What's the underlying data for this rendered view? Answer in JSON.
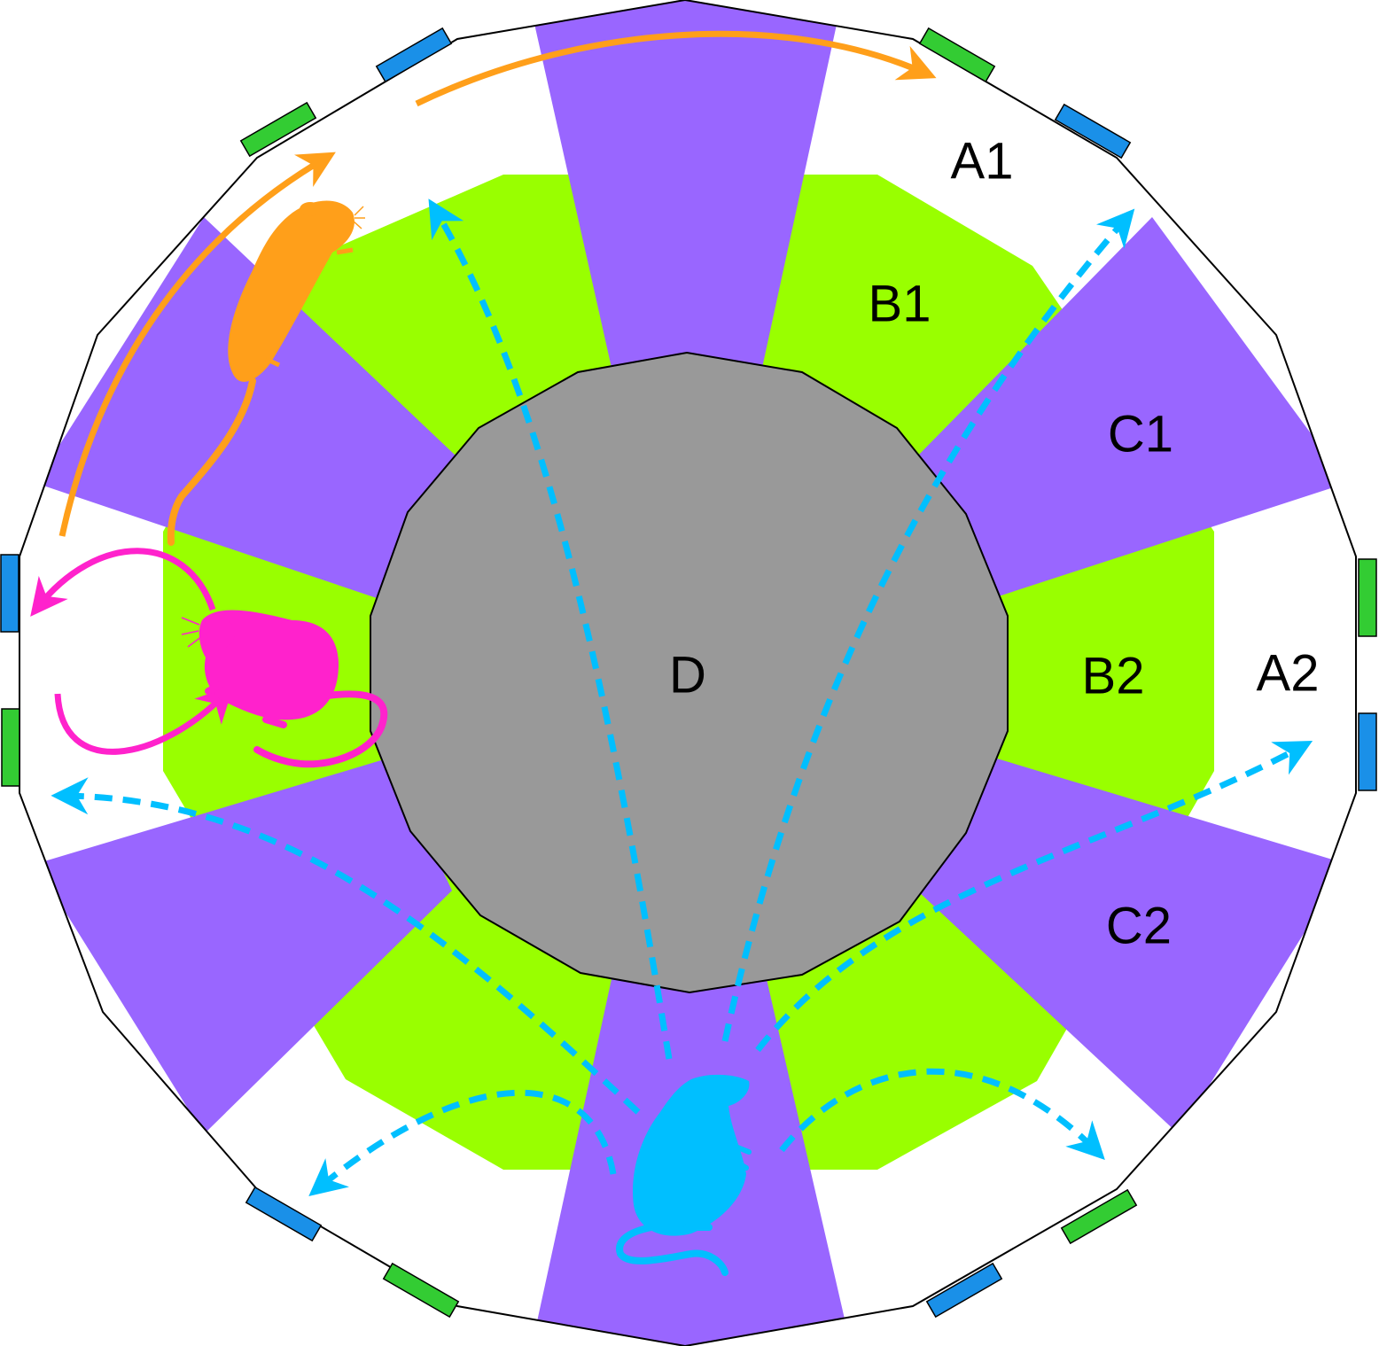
{
  "labels": {
    "a1": "A1",
    "a2": "A2",
    "b1": "B1",
    "b2": "B2",
    "c1": "C1",
    "c2": "C2",
    "d": "D"
  },
  "colors": {
    "zone_a": "#ffffff",
    "zone_b": "#99ff00",
    "zone_c": "#9966ff",
    "zone_d": "#999999",
    "outline": "#000000",
    "tile_green": "#33cc33",
    "tile_blue": "#1a90e8",
    "rat_orange": "#ff9f1a",
    "rat_magenta": "#ff22cc",
    "rat_cyan": "#00bfff"
  },
  "icons": {
    "orange_rat": "rat-walking-icon",
    "magenta_rat": "rat-grooming-icon",
    "cyan_rat": "rat-rearing-icon"
  }
}
